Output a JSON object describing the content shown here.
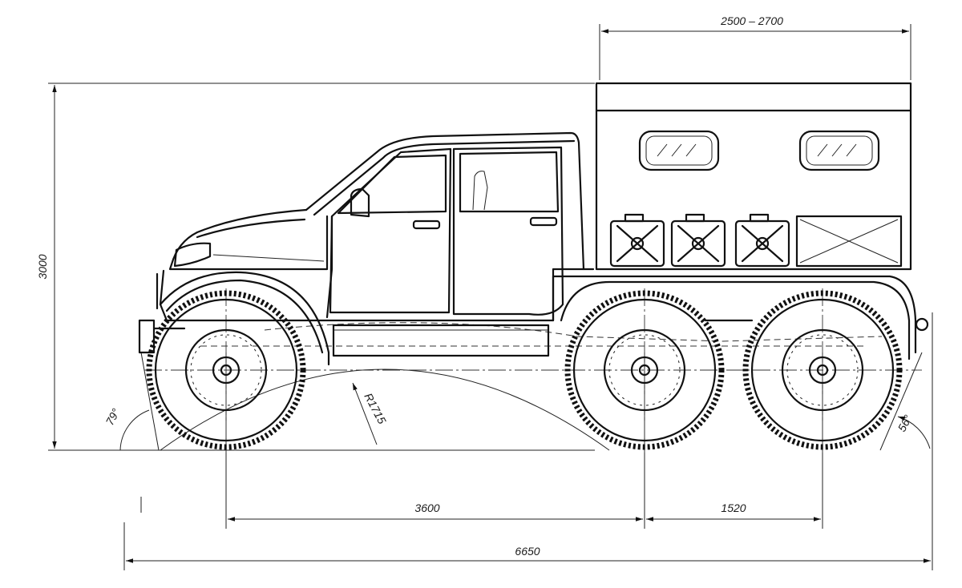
{
  "dimensions": {
    "body_length": "2500 – 2700",
    "overall_height": "3000",
    "wheelbase_front_mid": "3600",
    "wheelbase_mid_rear": "1520",
    "overall_length": "6650",
    "ramp_radius": "R1715",
    "approach_angle": "79°",
    "departure_angle": "56°"
  },
  "colors": {
    "ink": "#111111",
    "paper": "#ffffff"
  }
}
